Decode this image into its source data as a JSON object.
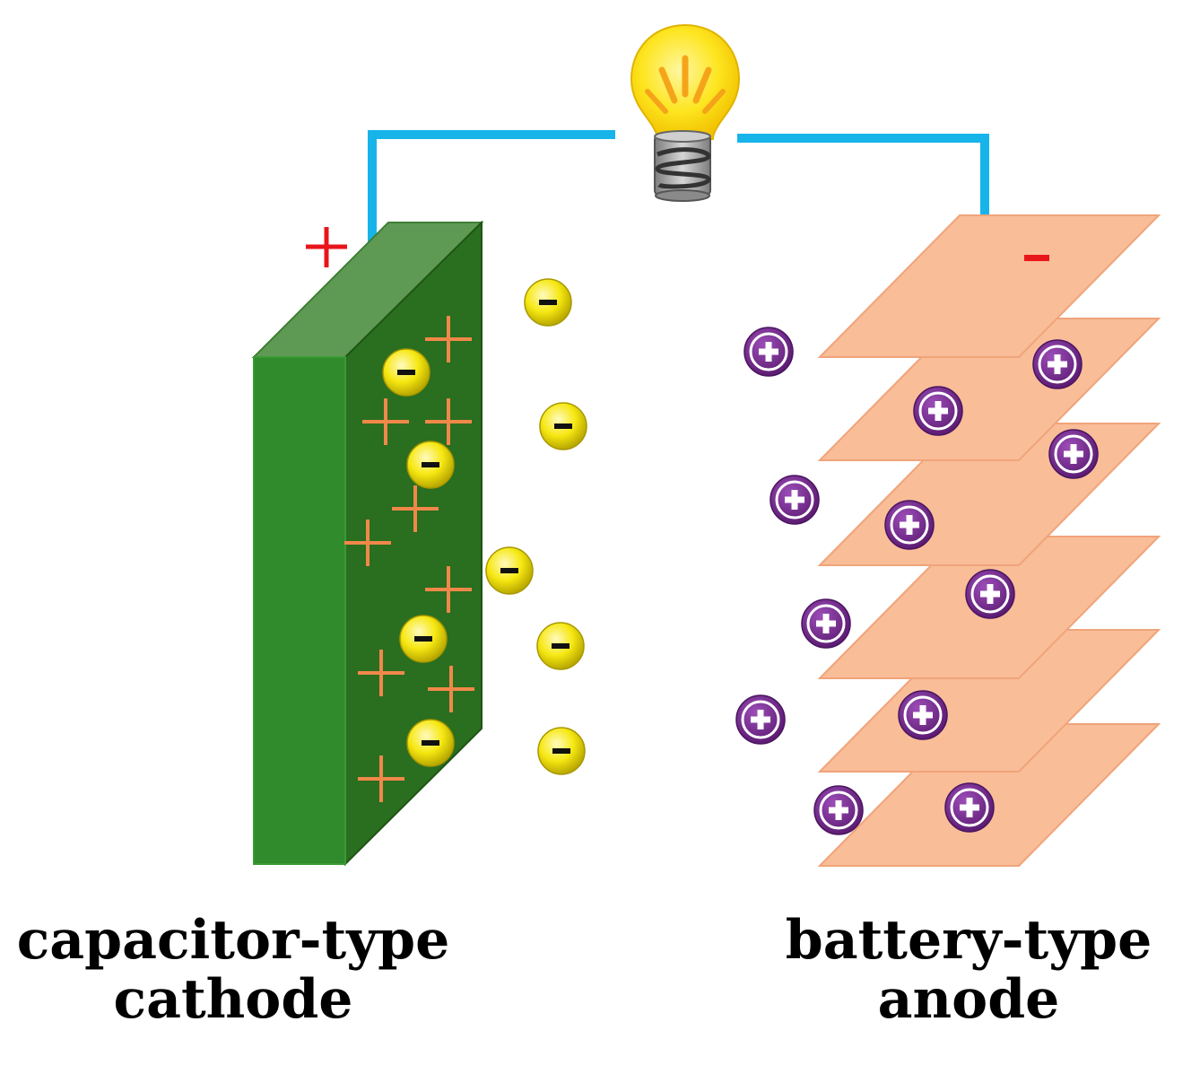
{
  "colors": {
    "wire": "#17b4ea",
    "cathode_front": "#2f8b2c",
    "cathode_face": "#2a6e1f",
    "cathode_top": "#5f9a55",
    "cathode_plus": "#f0884a",
    "anion_fill": "#f1e40c",
    "cation_fill": "#7a2b93",
    "anode_sheet": "#f9bd98",
    "terminal_sign": "#e8161b",
    "bulb_glass": "#fde322",
    "bulb_base": "#9a9a9a",
    "label_text": "#000000"
  },
  "icons": {
    "bulb": "light-bulb-icon",
    "anion": "minus-ion-icon",
    "cation": "plus-ion-icon"
  },
  "terminals": {
    "positive": "+",
    "negative": "-"
  },
  "labels": {
    "cathode_line1": "capacitor-type",
    "cathode_line2": "cathode",
    "anode_line1": "battery-type",
    "anode_line2": "anode"
  }
}
